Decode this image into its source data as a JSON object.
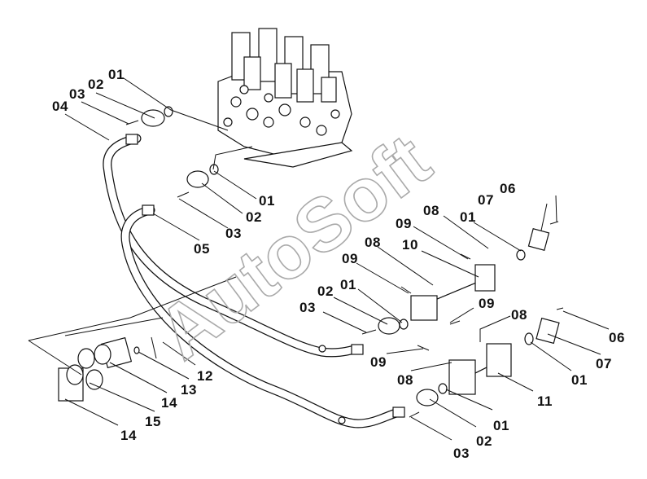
{
  "watermark": "AutoSoft",
  "callouts": [
    {
      "id": "c01a",
      "text": "01"
    },
    {
      "id": "c02a",
      "text": "02"
    },
    {
      "id": "c03a",
      "text": "03"
    },
    {
      "id": "c04",
      "text": "04"
    },
    {
      "id": "c01b",
      "text": "01"
    },
    {
      "id": "c02b",
      "text": "02"
    },
    {
      "id": "c03b",
      "text": "03"
    },
    {
      "id": "c05",
      "text": "05"
    },
    {
      "id": "c06a",
      "text": "06"
    },
    {
      "id": "c07a",
      "text": "07"
    },
    {
      "id": "c08a",
      "text": "08"
    },
    {
      "id": "c01c",
      "text": "01"
    },
    {
      "id": "c09a",
      "text": "09"
    },
    {
      "id": "c08b",
      "text": "08"
    },
    {
      "id": "c10",
      "text": "10"
    },
    {
      "id": "c09b",
      "text": "09"
    },
    {
      "id": "c02c",
      "text": "02"
    },
    {
      "id": "c01d",
      "text": "01"
    },
    {
      "id": "c03c",
      "text": "03"
    },
    {
      "id": "c09c",
      "text": "09"
    },
    {
      "id": "c08c",
      "text": "08"
    },
    {
      "id": "c06b",
      "text": "06"
    },
    {
      "id": "c07b",
      "text": "07"
    },
    {
      "id": "c01e",
      "text": "01"
    },
    {
      "id": "c09d",
      "text": "09"
    },
    {
      "id": "c08d",
      "text": "08"
    },
    {
      "id": "c11",
      "text": "11"
    },
    {
      "id": "c12",
      "text": "12"
    },
    {
      "id": "c13",
      "text": "13"
    },
    {
      "id": "c14a",
      "text": "14"
    },
    {
      "id": "c15",
      "text": "15"
    },
    {
      "id": "c14b",
      "text": "14"
    },
    {
      "id": "c01f",
      "text": "01"
    },
    {
      "id": "c02d",
      "text": "02"
    },
    {
      "id": "c03d",
      "text": "03"
    }
  ]
}
